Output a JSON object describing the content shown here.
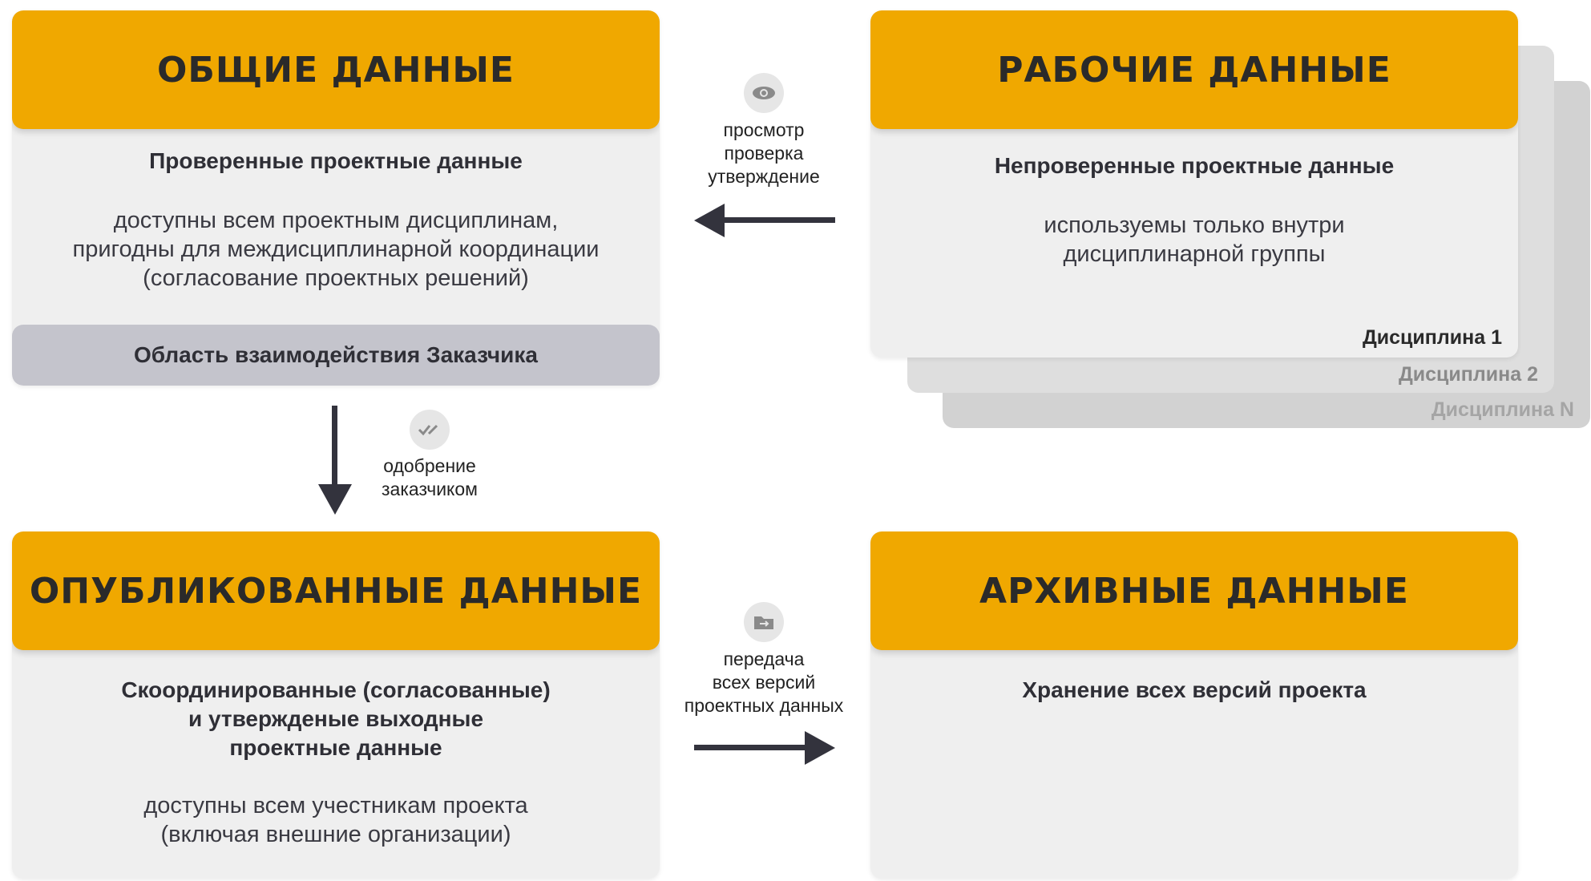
{
  "general": {
    "title": "ОБЩИЕ ДАННЫЕ",
    "subtitle": "Проверенные проектные данные",
    "text": [
      "доступны всем проектным дисциплинам,",
      "пригодны для междисциплинарной координации",
      "(согласование проектных решений)"
    ],
    "customer_area": "Область взаимодействия Заказчика"
  },
  "working": {
    "title": "РАБОЧИЕ ДАННЫЕ",
    "subtitle": "Непроверенные проектные данные",
    "text": [
      "используемы только внутри",
      "дисциплинарной группы"
    ],
    "disciplines": [
      "Дисциплина 1",
      "Дисциплина 2",
      "Дисциплина N"
    ]
  },
  "published": {
    "title": "ОПУБЛИКОВАННЫЕ ДАННЫЕ",
    "subtitle": [
      "Скоординированные (согласованные)",
      "и утвержденые выходные",
      "проектные данные"
    ],
    "text": [
      "доступны всем учестникам проекта",
      "(включая внешние организации)"
    ]
  },
  "archive": {
    "title": "АРХИВНЫЕ ДАННЫЕ",
    "subtitle": "Хранение всех версий проекта"
  },
  "flows": {
    "review": {
      "icon": "eye-icon",
      "lines": [
        "просмотр",
        "проверка",
        "утверждение"
      ]
    },
    "approval": {
      "icon": "double-check-icon",
      "lines": [
        "одобрение",
        "заказчиком"
      ]
    },
    "transfer": {
      "icon": "folder-transfer-icon",
      "lines": [
        "передача",
        "всех версий",
        "проектных данных"
      ]
    }
  },
  "colors": {
    "accent": "#f0a800",
    "card": "#efefef",
    "customer": "#c4c4cc",
    "arrow": "#33333d"
  }
}
